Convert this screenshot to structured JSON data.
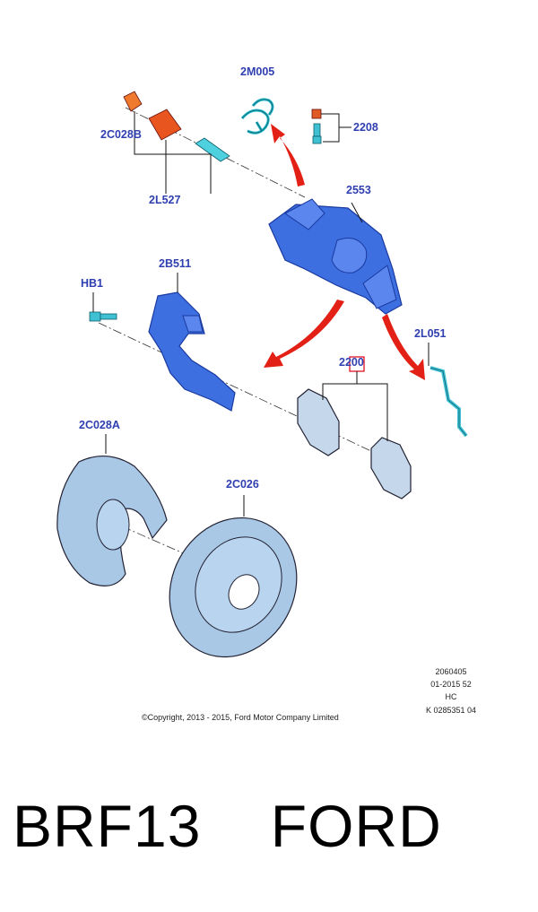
{
  "callouts": {
    "c_2m005": "2M005",
    "c_2208": "2208",
    "c_2c028b": "2C028B",
    "c_2553": "2553",
    "c_2l527": "2L527",
    "c_2b511": "2B511",
    "c_hb1": "HB1",
    "c_2l051": "2L051",
    "c_2200": "2200",
    "c_2c028a": "2C028A",
    "c_2c026": "2C026"
  },
  "meta": {
    "line1": "2060405",
    "line2": "01-2015 52",
    "line3": "HC",
    "line4": "K 0285351 04"
  },
  "copyright": "©Copyright, 2013 - 2015, Ford Motor Company Limited",
  "caption": {
    "part_number": "BRF13",
    "brand": "FORD"
  },
  "colors": {
    "callout_text": "#2f3fb0",
    "arrow": "#e32016",
    "part_blue": "#3d6fe0",
    "disc": "#a9c8e6"
  }
}
